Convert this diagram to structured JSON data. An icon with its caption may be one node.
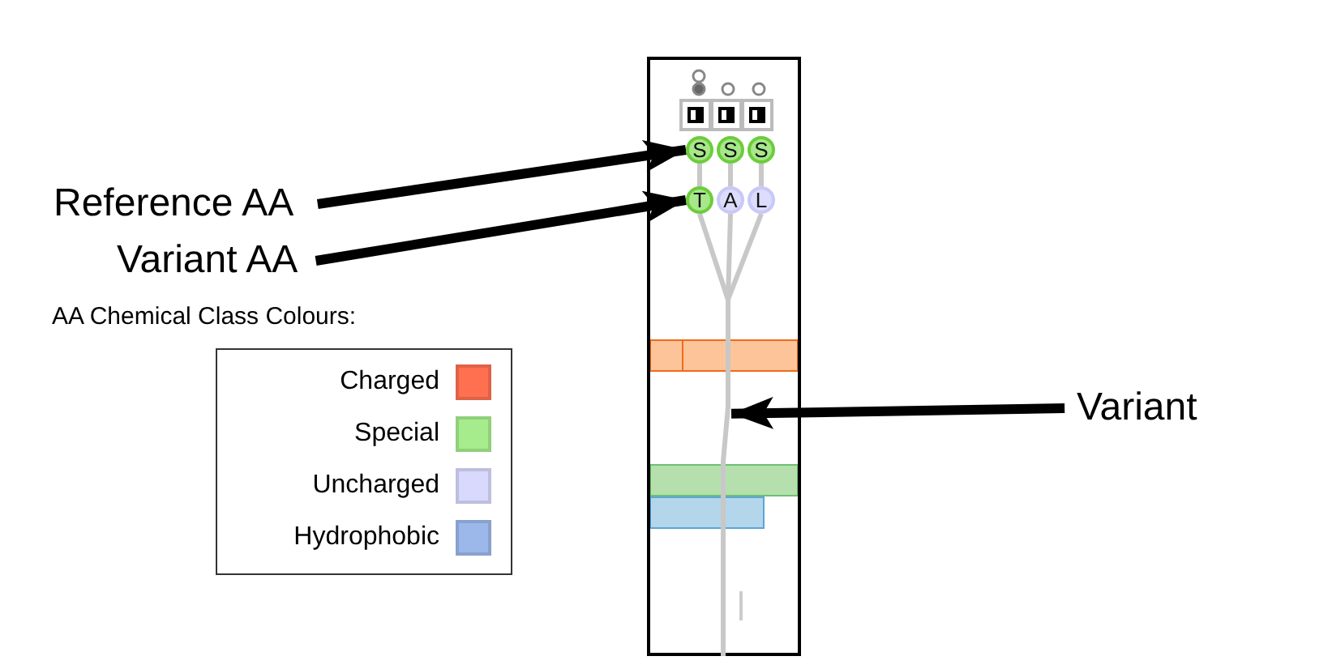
{
  "diagram": {
    "nodes": [
      {
        "text": [],
        "shape": "box"
      },
      {
        "text": [
          "S"
        ],
        "in": 0
      },
      {
        "text": [
          "S"
        ],
        "in": 0
      },
      {
        "text": [
          "S"
        ],
        "in": 0
      },
      {
        "text": [
          "T"
        ],
        "in": 0
      },
      {
        "text": [
          "A"
        ],
        "in": 0
      },
      {
        "text": [
          "L"
        ],
        "in": 0
      },
      {
        "text": [],
        "shape": "line",
        "in": 0
      },
      {
        "text": [
          "Reference AA"
        ]
      },
      {
        "text": [
          "Variant AA"
        ]
      },
      {
        "text": [
          "Variant"
        ]
      }
    ],
    "edges": [
      {
        "from": 8,
        "to": 1,
        "arrow": "to",
        "style": "thick",
        "color": "#000000"
      },
      {
        "from": 9,
        "to": 4,
        "arrow": "to",
        "style": "thick",
        "color": "#000000"
      },
      {
        "from": 10,
        "to": 7,
        "arrow": "to",
        "style": "thick",
        "color": "#000000"
      },
      {
        "from": 1,
        "to": 4,
        "arrow": "none"
      },
      {
        "from": 2,
        "to": 5,
        "arrow": "none"
      },
      {
        "from": 3,
        "to": 6,
        "arrow": "none"
      },
      {
        "from": 4,
        "to": 7,
        "arrow": "none"
      },
      {
        "from": 5,
        "to": 7,
        "arrow": "none"
      },
      {
        "from": 6,
        "to": 7,
        "arrow": "none"
      }
    ],
    "labels": [
      "AA Chemical Class Colours:"
    ],
    "legend": [
      {
        "text": "Charged",
        "color": "#ff7050"
      },
      {
        "text": "Special",
        "color": "#a6ec8c"
      },
      {
        "text": "Uncharged",
        "color": "#d9d9fd"
      },
      {
        "text": "Hydrophobic",
        "color": "#9cb8ea"
      }
    ]
  }
}
